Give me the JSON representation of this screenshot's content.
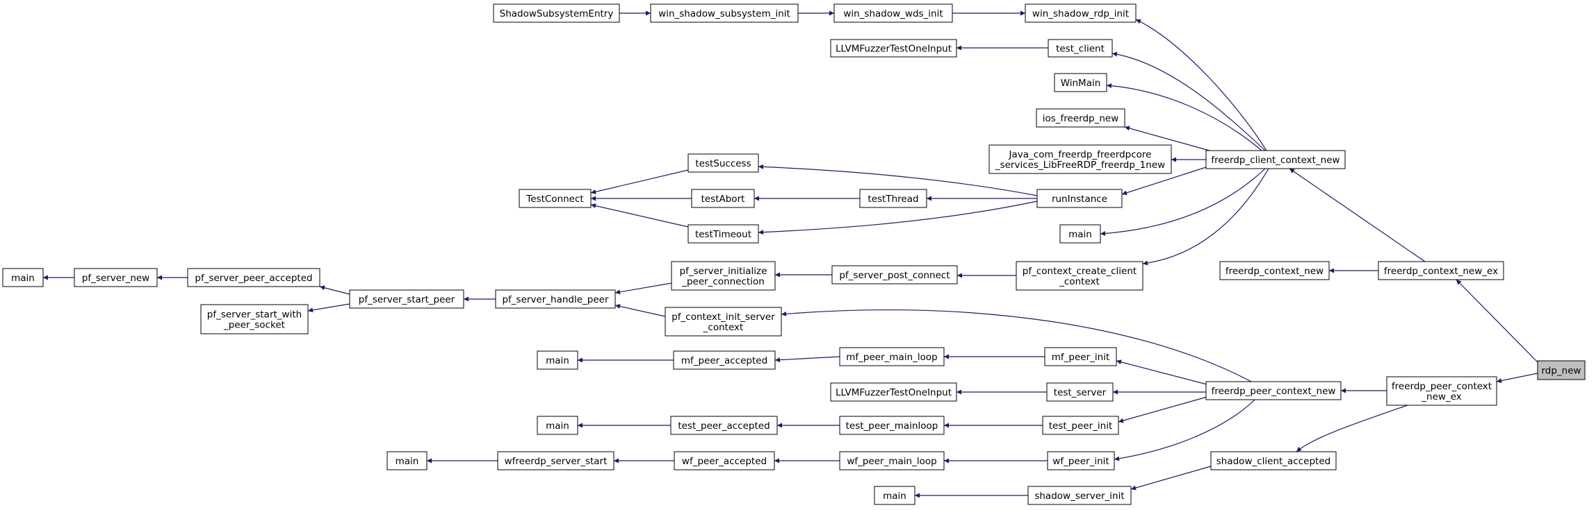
{
  "graph": {
    "target": "rdp_new",
    "nodes": {
      "rdp_new": [
        "rdp_new"
      ],
      "shadow_entry": [
        "ShadowSubsystemEntry"
      ],
      "win_shadow_subsystem_init": [
        "win_shadow_subsystem_init"
      ],
      "win_shadow_wds_init": [
        "win_shadow_wds_init"
      ],
      "win_shadow_rdp_init": [
        "win_shadow_rdp_init"
      ],
      "llvm_fuzzer_client": [
        "LLVMFuzzerTestOneInput"
      ],
      "test_client": [
        "test_client"
      ],
      "winmain": [
        "WinMain"
      ],
      "ios_freerdp_new": [
        "ios_freerdp_new"
      ],
      "java_freerdp_new": [
        "Java_com_freerdp_freerdpcore",
        "_services_LibFreeRDP_freerdp_1new"
      ],
      "freerdp_client_context_new": [
        "freerdp_client_context_new"
      ],
      "test_success": [
        "testSuccess"
      ],
      "test_connect": [
        "TestConnect"
      ],
      "test_abort": [
        "testAbort"
      ],
      "test_thread": [
        "testThread"
      ],
      "run_instance": [
        "runInstance"
      ],
      "test_timeout": [
        "testTimeout"
      ],
      "main_client": [
        "main"
      ],
      "main_pf": [
        "main"
      ],
      "pf_server_new": [
        "pf_server_new"
      ],
      "pf_server_peer_accepted": [
        "pf_server_peer_accepted"
      ],
      "pf_server_start_peer": [
        "pf_server_start_peer"
      ],
      "pf_server_start_with_peer_socket": [
        "pf_server_start_with",
        "_peer_socket"
      ],
      "pf_server_handle_peer": [
        "pf_server_handle_peer"
      ],
      "pf_server_initialize_peer_connection": [
        "pf_server_initialize",
        "_peer_connection"
      ],
      "pf_server_post_connect": [
        "pf_server_post_connect"
      ],
      "pf_context_create_client_context": [
        "pf_context_create_client",
        "_context"
      ],
      "pf_context_init_server_context": [
        "pf_context_init_server",
        "_context"
      ],
      "freerdp_context_new": [
        "freerdp_context_new"
      ],
      "freerdp_context_new_ex": [
        "freerdp_context_new_ex"
      ],
      "main_mf": [
        "main"
      ],
      "mf_peer_accepted": [
        "mf_peer_accepted"
      ],
      "mf_peer_main_loop": [
        "mf_peer_main_loop"
      ],
      "mf_peer_init": [
        "mf_peer_init"
      ],
      "llvm_fuzzer_server": [
        "LLVMFuzzerTestOneInput"
      ],
      "test_server": [
        "test_server"
      ],
      "freerdp_peer_context_new": [
        "freerdp_peer_context_new"
      ],
      "freerdp_peer_context_new_ex": [
        "freerdp_peer_context",
        "_new_ex"
      ],
      "main_test_peer": [
        "main"
      ],
      "test_peer_accepted": [
        "test_peer_accepted"
      ],
      "test_peer_mainloop": [
        "test_peer_mainloop"
      ],
      "test_peer_init": [
        "test_peer_init"
      ],
      "main_wf": [
        "main"
      ],
      "wfreerdp_server_start": [
        "wfreerdp_server_start"
      ],
      "wf_peer_accepted": [
        "wf_peer_accepted"
      ],
      "wf_peer_main_loop": [
        "wf_peer_main_loop"
      ],
      "wf_peer_init": [
        "wf_peer_init"
      ],
      "shadow_client_accepted": [
        "shadow_client_accepted"
      ],
      "main_shadow": [
        "main"
      ],
      "shadow_server_init": [
        "shadow_server_init"
      ]
    }
  },
  "colors": {
    "edge": "#191970",
    "node_border": "#000000",
    "node_fill": "#ffffff",
    "target_fill": "#bfbfbf"
  }
}
